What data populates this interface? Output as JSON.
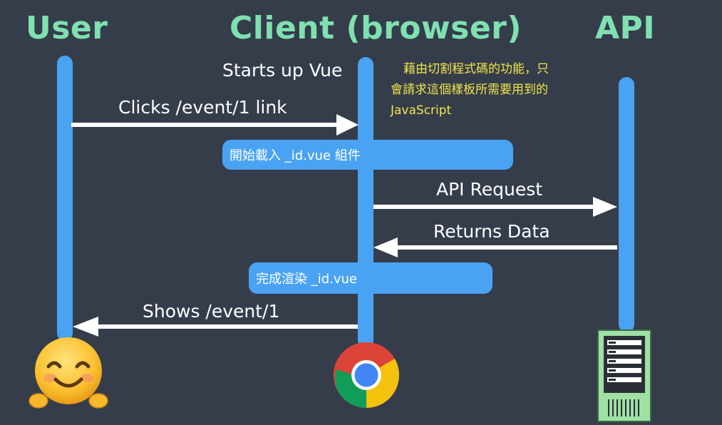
{
  "actors": {
    "user": "User",
    "client": "Client (browser)",
    "api": "API"
  },
  "messages": {
    "starts_up": "Starts up Vue",
    "clicks": "Clicks /event/1 link",
    "api_request": "API Request",
    "returns_data": "Returns Data",
    "shows": "Shows /event/1"
  },
  "note": {
    "line1": "藉由切割程式碼的功能，只",
    "line2": "會請求這個樣板所需要用到的",
    "line3": "JavaScript"
  },
  "pills": {
    "loading": "開始載入 _id.vue 組件",
    "rendering": "完成渲染 _id.vue"
  },
  "icons": {
    "user": "smiling-hug-emoji-icon",
    "client": "chrome-browser-icon",
    "api": "server-icon"
  },
  "colors": {
    "background": "#353d4b",
    "actor_title": "#7fe0b0",
    "lifeline": "#4aa3f2",
    "note_text": "#f1e54a",
    "arrow": "#ffffff"
  }
}
